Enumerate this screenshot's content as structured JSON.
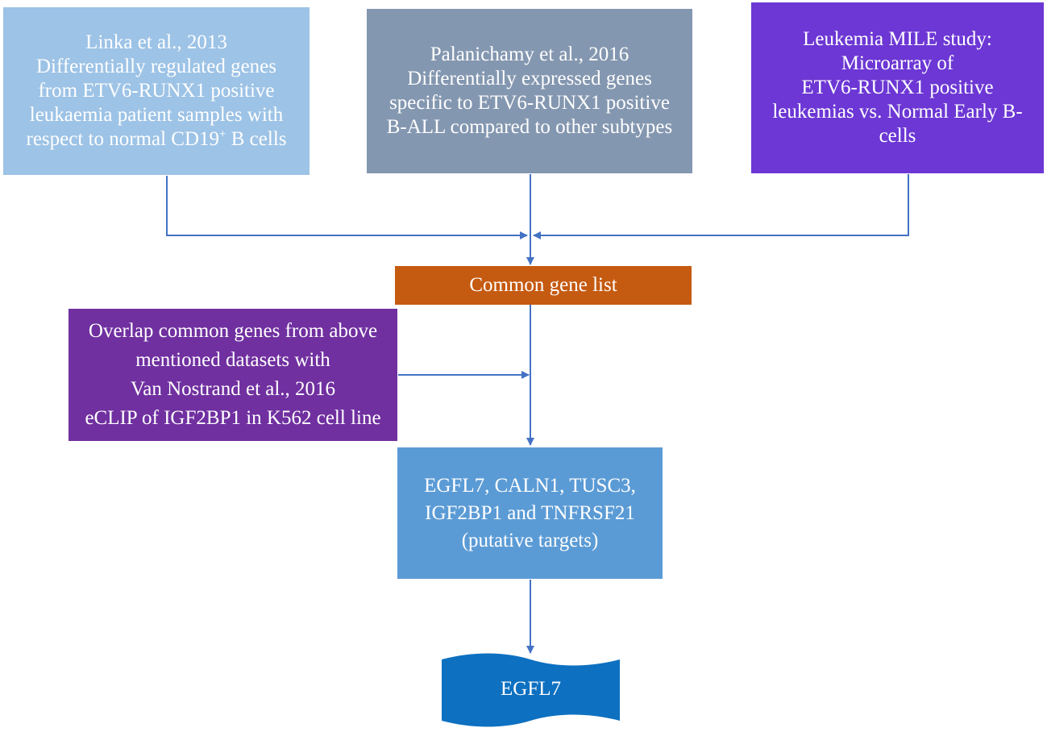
{
  "colors": {
    "linka_box": "#9dc3e6",
    "palanichamy_box": "#8497b0",
    "mile_box": "#6c37d4",
    "common_box": "#c55a11",
    "overlap_box": "#7030a0",
    "targets_box": "#5b9bd5",
    "result_shape": "#0e70c0",
    "connector": "#4472c4"
  },
  "nodes": {
    "linka": {
      "line1": "Linka et al., 2013",
      "line2": "Differentially regulated genes",
      "line3": "from ETV6-RUNX1 positive",
      "line4": "leukaemia patient samples with",
      "line5_prefix": "respect to normal CD19",
      "line5_sup": "+",
      "line5_suffix": " B cells"
    },
    "palanichamy": {
      "line1": "Palanichamy et al., 2016",
      "line2": "Differentially expressed genes",
      "line3": "specific to ETV6-RUNX1 positive",
      "line4": "B-ALL compared to other subtypes"
    },
    "mile": {
      "line1": "Leukemia MILE study:",
      "line2": "Microarray of",
      "line3": "ETV6-RUNX1 positive",
      "line4": "leukemias vs. Normal Early B-",
      "line5": "cells"
    },
    "common": {
      "label": "Common gene list"
    },
    "overlap": {
      "line1": "Overlap common genes from above",
      "line2": "mentioned datasets with",
      "line3": "Van Nostrand et al., 2016",
      "line4": "eCLIP of IGF2BP1 in K562 cell line"
    },
    "targets": {
      "line1": "EGFL7, CALN1, TUSC3,",
      "line2": "IGF2BP1 and TNFRSF21",
      "line3": "(putative targets)"
    },
    "result": {
      "label": "EGFL7"
    }
  }
}
